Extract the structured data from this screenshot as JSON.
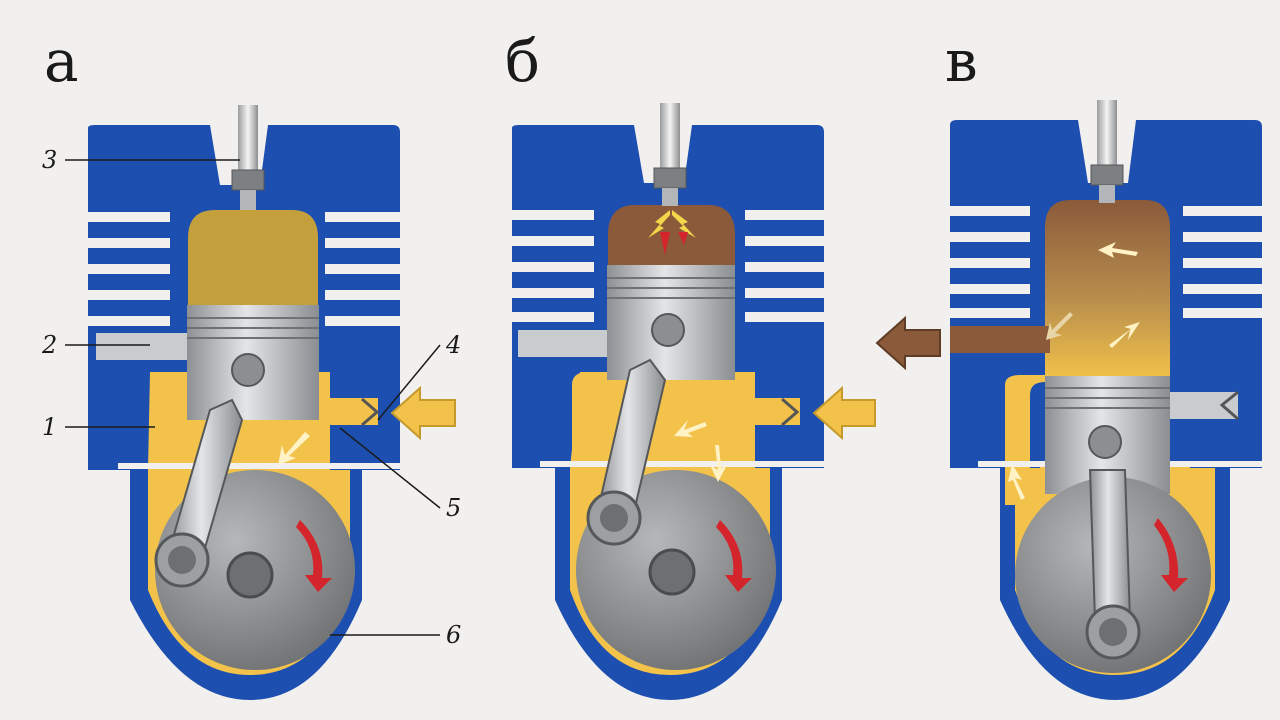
{
  "panels": [
    {
      "label": "а"
    },
    {
      "label": "б"
    },
    {
      "label": "в"
    }
  ],
  "callouts": {
    "c1": "1",
    "c2": "2",
    "c3": "3",
    "c4": "4",
    "c5": "5",
    "c6": "6"
  },
  "colors": {
    "background": "#f2f0ee",
    "cylinder_blue": "#1d4fb1",
    "crankcase_mixture": "#f2c24a",
    "combustion_gas": "#8a5a3a",
    "piston_steel": "#b9bcbf",
    "flywheel_grey": "#8f9193",
    "flow_arrow_red": "#d3252b"
  }
}
